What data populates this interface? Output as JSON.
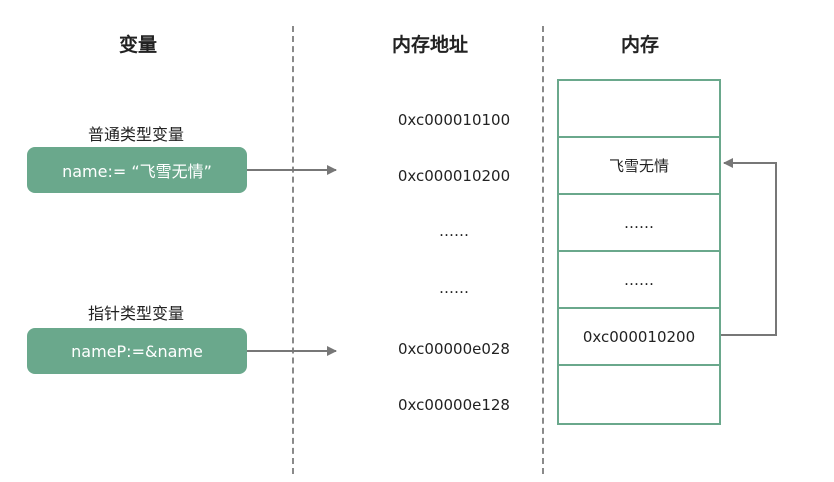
{
  "headers": {
    "variables": "变量",
    "addresses": "内存地址",
    "memory": "内存"
  },
  "variables": {
    "normal": {
      "caption": "普通类型变量",
      "code": "name:= “飞雪无情”"
    },
    "pointer": {
      "caption": "指针类型变量",
      "code": "nameP:=&name"
    }
  },
  "addresses": [
    "0xc000010100",
    "0xc000010200",
    "……",
    "……",
    "0xc00000e028",
    "0xc00000e128"
  ],
  "memory_cells": [
    "",
    "飞雪无情",
    "……",
    "……",
    "0xc000010200",
    ""
  ],
  "colors": {
    "accent_green": "#6aa88c",
    "arrow_gray": "#777777",
    "divider_gray": "#8a8a8a"
  }
}
